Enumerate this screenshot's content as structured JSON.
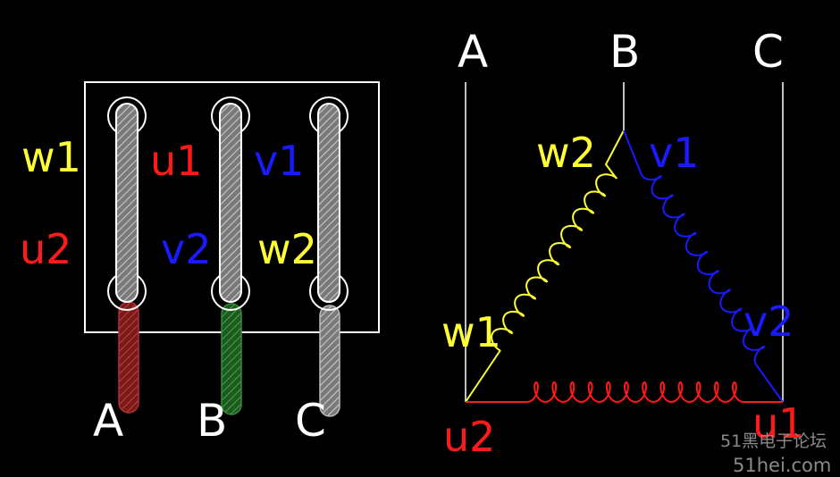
{
  "colors": {
    "background": "#000000",
    "frame": "#ffffff",
    "phase_u": "#ff1a1a",
    "phase_v": "#1a1aff",
    "phase_w": "#ffff33",
    "terminal_text": "#ffffff",
    "watermark": "#8a8a8a",
    "lead_a": "#a02020",
    "lead_b": "#2a7a2a",
    "lead_c": "#9a9a9a",
    "bar_fill": "#8a8a8a"
  },
  "terminal_box": {
    "winding_labels": {
      "w1": "w1",
      "u1": "u1",
      "v1": "v1",
      "u2": "u2",
      "v2": "v2",
      "w2": "w2"
    },
    "terminals": [
      "A",
      "B",
      "C"
    ]
  },
  "delta": {
    "phases": [
      "A",
      "B",
      "C"
    ],
    "labels": {
      "w2": "w2",
      "v1": "v1",
      "w1": "w1",
      "v2": "v2",
      "u2": "u2",
      "u1": "u1"
    }
  },
  "watermark": {
    "line1": "51黑电子论坛",
    "line2": "51hei.com"
  }
}
